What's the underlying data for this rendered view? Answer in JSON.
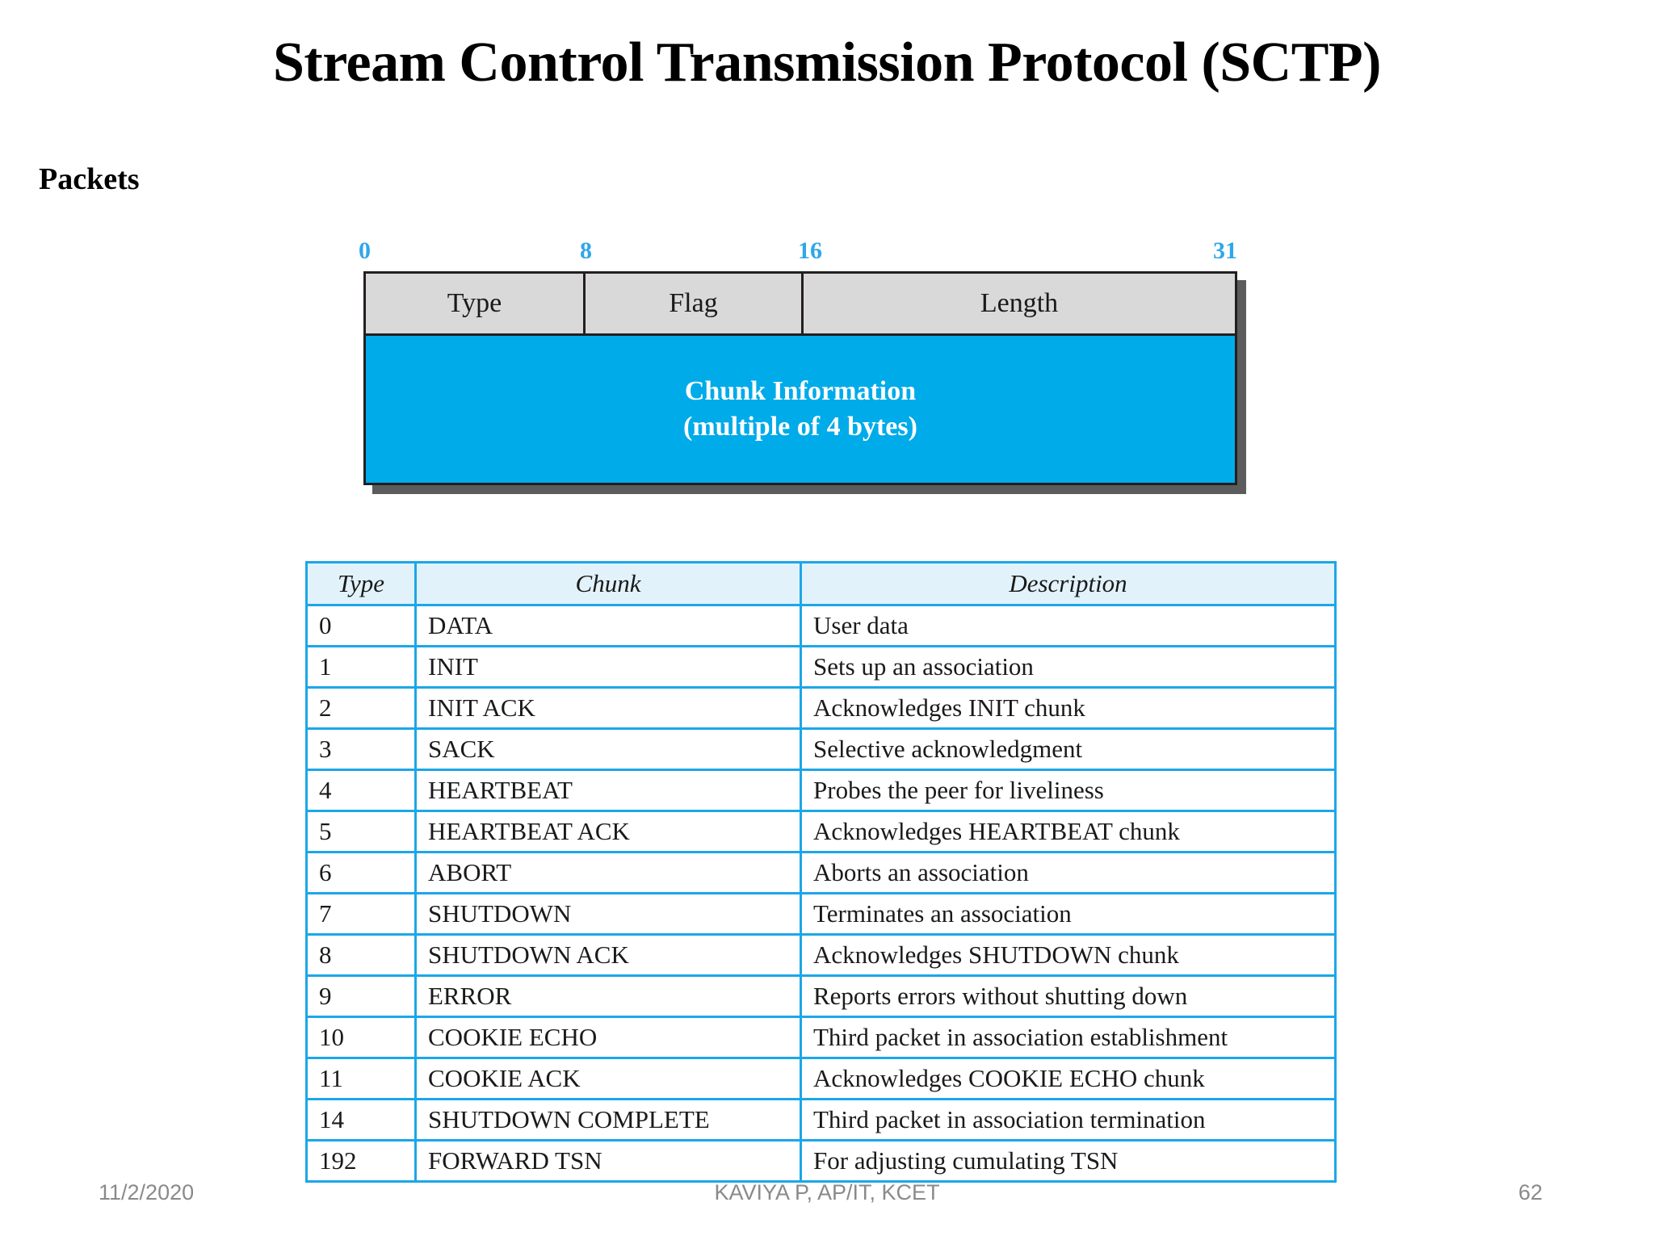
{
  "slide": {
    "title": "Stream Control Transmission Protocol (SCTP)",
    "sub_heading": "Packets"
  },
  "colors": {
    "accent_cyan": "#00ABE9",
    "bit_label_blue": "#2FA7E8",
    "table_border_blue": "#1BA7E8",
    "table_header_fill": "#E2F2FA",
    "header_field_gray": "#D9D9D9",
    "box_outline": "#231F20",
    "shadow_gray": "#5C5C5C",
    "footer_gray": "#8A8A8A"
  },
  "packet_diagram": {
    "bit_labels": [
      "0",
      "8",
      "16",
      "31"
    ],
    "header_fields": [
      {
        "label": "Type"
      },
      {
        "label": "Flag"
      },
      {
        "label": "Length"
      }
    ],
    "body": {
      "line1": "Chunk Information",
      "line2": "(multiple of 4 bytes)"
    }
  },
  "chunk_table": {
    "columns": [
      "Type",
      "Chunk",
      "Description"
    ],
    "rows": [
      {
        "type": "0",
        "chunk": "DATA",
        "description": "User data"
      },
      {
        "type": "1",
        "chunk": "INIT",
        "description": "Sets up an association"
      },
      {
        "type": "2",
        "chunk": "INIT ACK",
        "description": "Acknowledges INIT chunk"
      },
      {
        "type": "3",
        "chunk": "SACK",
        "description": "Selective acknowledgment"
      },
      {
        "type": "4",
        "chunk": "HEARTBEAT",
        "description": "Probes the peer for liveliness"
      },
      {
        "type": "5",
        "chunk": "HEARTBEAT ACK",
        "description": "Acknowledges HEARTBEAT chunk"
      },
      {
        "type": "6",
        "chunk": "ABORT",
        "description": "Aborts an association"
      },
      {
        "type": "7",
        "chunk": "SHUTDOWN",
        "description": "Terminates an association"
      },
      {
        "type": "8",
        "chunk": "SHUTDOWN ACK",
        "description": "Acknowledges SHUTDOWN chunk"
      },
      {
        "type": "9",
        "chunk": "ERROR",
        "description": "Reports errors without shutting down"
      },
      {
        "type": "10",
        "chunk": "COOKIE ECHO",
        "description": "Third packet in association establishment"
      },
      {
        "type": "11",
        "chunk": "COOKIE ACK",
        "description": "Acknowledges COOKIE ECHO chunk"
      },
      {
        "type": "14",
        "chunk": "SHUTDOWN COMPLETE",
        "description": "Third packet in association termination"
      },
      {
        "type": "192",
        "chunk": "FORWARD TSN",
        "description": "For adjusting cumulating TSN"
      }
    ]
  },
  "footer": {
    "date": "11/2/2020",
    "author": "KAVIYA P, AP/IT, KCET",
    "page_number": "62"
  }
}
